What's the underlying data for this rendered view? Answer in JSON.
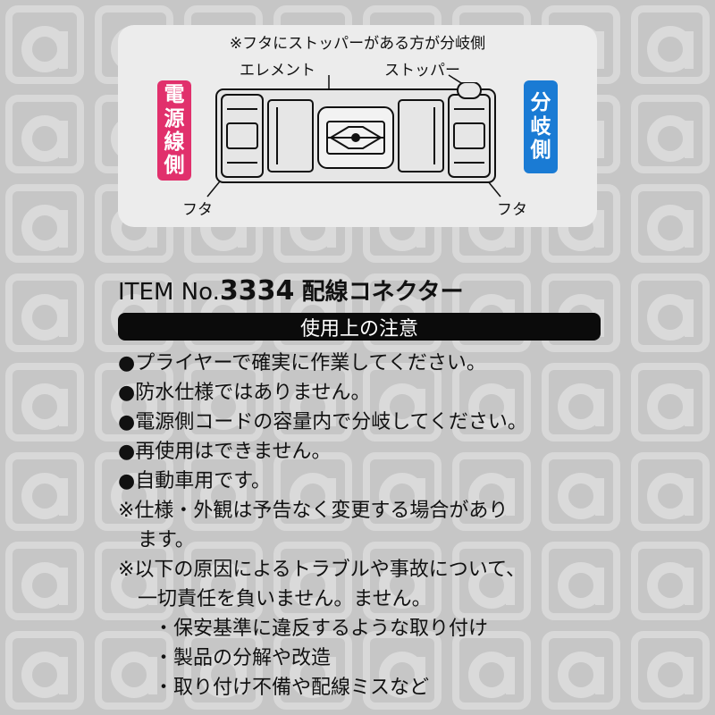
{
  "diagram": {
    "note": "※フタにストッパーがある方が分岐側",
    "label_element": "エレメント",
    "label_stopper": "ストッパー",
    "label_lid_left": "フタ",
    "label_lid_right": "フタ",
    "power_side": [
      "電",
      "源",
      "線",
      "側"
    ],
    "branch_side": [
      "分",
      "岐",
      "側"
    ],
    "power_color": "#e1306c",
    "branch_color": "#1a7bd4"
  },
  "item": {
    "prefix": "ITEM No.",
    "number": "3334",
    "name": "配線コネクター"
  },
  "caution": {
    "heading": "使用上の注意",
    "lines": [
      "●プライヤーで確実に作業してください。",
      "●防水仕様ではありません。",
      "●電源側コードの容量内で分岐してください。",
      "●再使用はできません。",
      "●自動車用です。",
      "※仕様・外観は予告なく変更する場合があり",
      "ます。",
      "※以下の原因によるトラブルや事故について、",
      "一切責任を負いません。ません。",
      "・保安基準に違反するような取り付け",
      "・製品の分解や改造",
      "・取り付け不備や配線ミスなど"
    ]
  }
}
